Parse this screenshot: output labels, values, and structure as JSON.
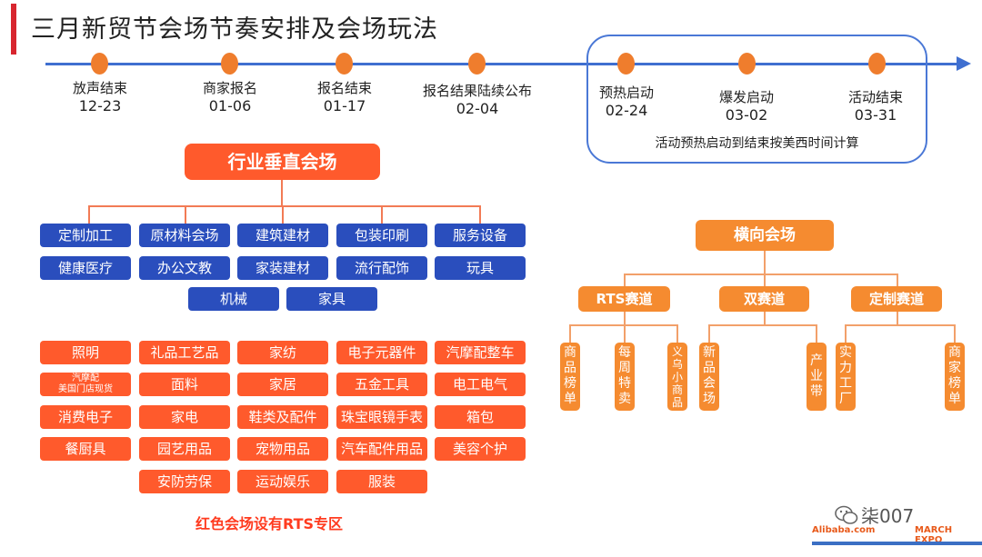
{
  "title": "三月新贸节会场节奏安排及会场玩法",
  "timeline": [
    {
      "label": "放声结束",
      "date": "12-23"
    },
    {
      "label": "商家报名",
      "date": "01-06"
    },
    {
      "label": "报名结束",
      "date": "01-17"
    },
    {
      "label": "报名结果陆续公布",
      "date": "02-04"
    },
    {
      "label": "预热启动",
      "date": "02-24"
    },
    {
      "label": "爆发启动",
      "date": "03-02"
    },
    {
      "label": "活动结束",
      "date": "03-31"
    }
  ],
  "timeline_note": "活动预热启动到结束按美西时间计算",
  "vertical": {
    "header": "行业垂直会场",
    "blue_rows": [
      [
        "定制加工",
        "原材料会场",
        "建筑建材",
        "包装印刷",
        "服务设备"
      ],
      [
        "健康医疗",
        "办公文教",
        "家装建材",
        "流行配饰",
        "玩具"
      ],
      [
        "机械",
        "家具"
      ]
    ],
    "red_rows": [
      [
        "照明",
        "礼品工艺品",
        "家纺",
        "电子元器件",
        "汽摩配整车"
      ],
      [
        "汽摩配\n美国门店现货",
        "面料",
        "家居",
        "五金工具",
        "电工电气"
      ],
      [
        "消费电子",
        "家电",
        "鞋类及配件",
        "珠宝眼镜手表",
        "箱包"
      ],
      [
        "餐厨具",
        "园艺用品",
        "宠物用品",
        "汽车配件用品",
        "美容个护"
      ],
      [
        "安防劳保",
        "运动娱乐",
        "服装"
      ]
    ],
    "red_note": "红色会场设有RTS专区"
  },
  "horizontal": {
    "header": "横向会场",
    "tracks": [
      {
        "name": "RTS赛道",
        "items": [
          "商品榜单",
          "每周特卖",
          "义乌小商品"
        ]
      },
      {
        "name": "双赛道",
        "items": [
          "新品会场",
          "产业带"
        ]
      },
      {
        "name": "定制赛道",
        "items": [
          "实力工厂",
          "商家榜单"
        ]
      }
    ]
  },
  "watermark": "柒007",
  "logo_left": "Alibaba.com",
  "logo_right": "MARCH EXPO",
  "colors": {
    "accent_red": "#ff5a2c",
    "accent_orange": "#f58b30",
    "blue_box": "#2a4ebd",
    "timeline": "#3f6fd0"
  }
}
